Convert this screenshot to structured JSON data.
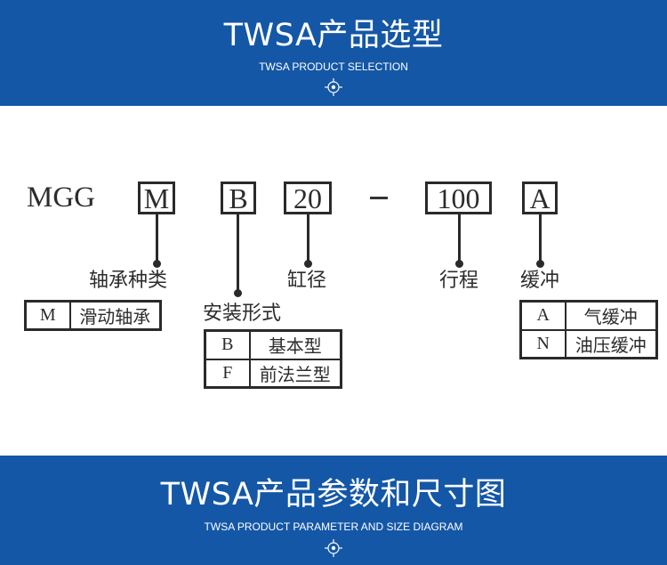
{
  "header": {
    "title": "TWSA产品选型",
    "subtitle": "TWSA PRODUCT SELECTION",
    "icon": "crosshair-ornament-icon",
    "background": "#1457a6"
  },
  "diagram": {
    "model_prefix": "MGG",
    "codes": [
      "M",
      "B",
      "20",
      "100",
      "A"
    ],
    "labels": {
      "bearing_type": "轴承种类",
      "mounting_type": "安装形式",
      "bore": "缸径",
      "stroke": "行程",
      "cushion": "缓冲"
    },
    "bearing_options": [
      {
        "code": "M",
        "desc": "滑动轴承"
      }
    ],
    "mounting_options": [
      {
        "code": "B",
        "desc": "基本型"
      },
      {
        "code": "F",
        "desc": "前法兰型"
      }
    ],
    "cushion_options": [
      {
        "code": "A",
        "desc": "气缓冲"
      },
      {
        "code": "N",
        "desc": "油压缓冲"
      }
    ]
  },
  "footer": {
    "title": "TWSA产品参数和尺寸图",
    "subtitle": "TWSA PRODUCT PARAMETER AND SIZE DIAGRAM",
    "icon": "crosshair-ornament-icon"
  }
}
